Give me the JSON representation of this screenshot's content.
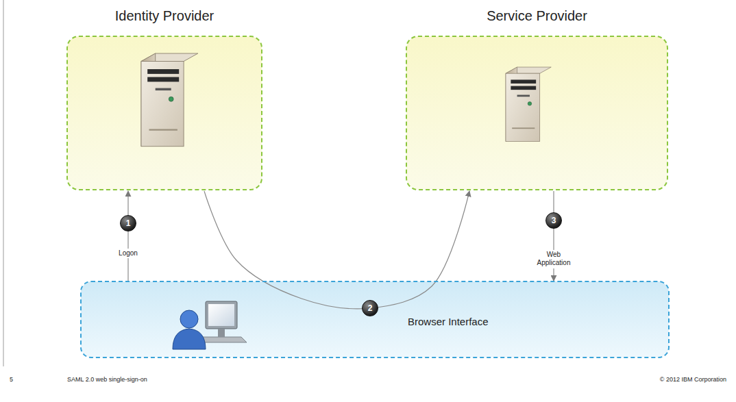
{
  "diagram": {
    "nodes": [
      {
        "text": [
          "Identity Provider"
        ]
      },
      {
        "text": [
          "Service Provider"
        ]
      },
      {
        "text": [
          "Browser Interface"
        ]
      }
    ],
    "edges": [
      {
        "from": 2,
        "to": 0,
        "arrow": "to",
        "label": "Logon"
      },
      {
        "from": 0,
        "to": 1,
        "arrow": "to"
      },
      {
        "from": 1,
        "to": 2,
        "arrow": "to",
        "label": "Web Application"
      }
    ],
    "labels": [
      "1",
      "2",
      "3",
      "5",
      "SAML 2.0 web single-sign-on",
      "© 2012 IBM Corporation"
    ]
  }
}
